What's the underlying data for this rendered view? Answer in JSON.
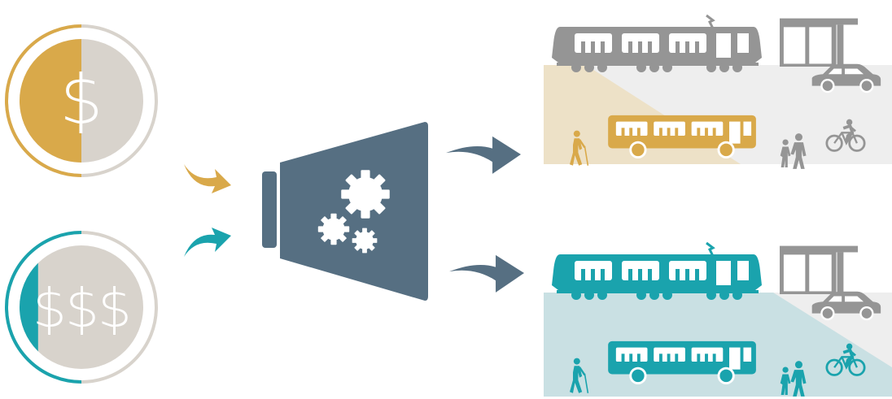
{
  "colors": {
    "gold": "#d9a94a",
    "teal": "#1aa3ad",
    "coin_gray": "#d8d3cc",
    "slate": "#566f82",
    "vehicle_gray": "#959595",
    "panel_gray": "#eeeeee",
    "gold_wash": "#ede1c7",
    "teal_wash": "#c9e0e3"
  },
  "coins": [
    {
      "symbol": "$",
      "accent": "gold",
      "fill_fraction": 0.5
    },
    {
      "symbol": "$$$",
      "accent": "teal",
      "fill_fraction": 0.15
    }
  ],
  "funnel": {
    "icon": "gears-icon"
  },
  "scenes": [
    {
      "name": "low-funding",
      "accent": "gold",
      "colored_modes": [
        "bus",
        "pedestrian"
      ]
    },
    {
      "name": "high-funding",
      "accent": "teal",
      "colored_modes": [
        "streetcar",
        "bus",
        "pedestrian",
        "walking-family",
        "bicycle"
      ]
    }
  ]
}
